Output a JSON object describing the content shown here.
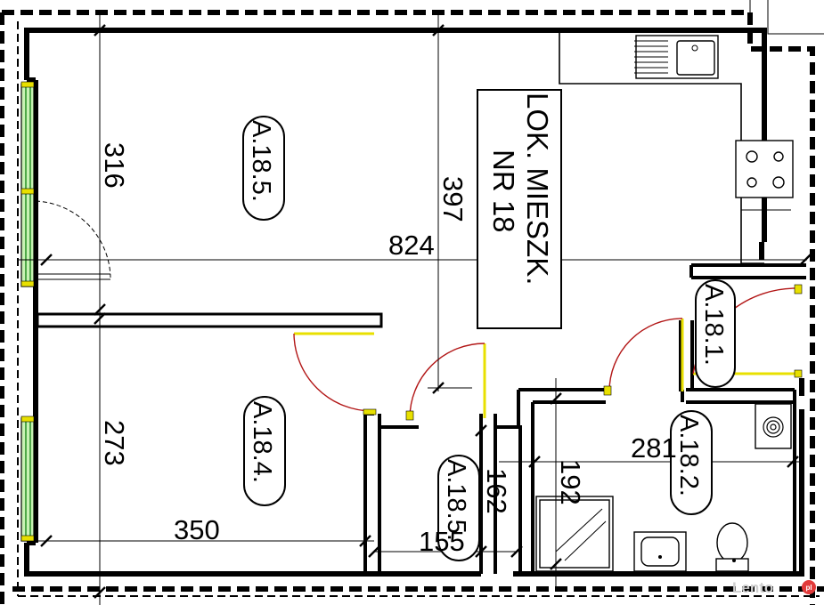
{
  "title": {
    "line1": "LOK. MIESZK.",
    "line2": "NR 18"
  },
  "rooms": [
    {
      "id": "a185-main",
      "label": "A.18.5."
    },
    {
      "id": "a184",
      "label": "A.18.4."
    },
    {
      "id": "a185-hall",
      "label": "A.18.5."
    },
    {
      "id": "a181",
      "label": "A.18.1."
    },
    {
      "id": "a182",
      "label": "A.18.2."
    }
  ],
  "dimensions": {
    "height_top_left": "316",
    "height_bottom_left": "273",
    "height_center": "397",
    "total_width": "824",
    "width_bottom_left": "350",
    "width_hall": "155",
    "height_hall": "162",
    "height_bathroom": "192",
    "width_bathroom": "281"
  },
  "watermark": {
    "text": "Lento",
    "suffix": "pl"
  },
  "colors": {
    "wall": "#000000",
    "window_glass": "#c8f2b4",
    "door_leaf": "#e8e000",
    "door_swing": "#b21616",
    "background": "#ffffff"
  }
}
